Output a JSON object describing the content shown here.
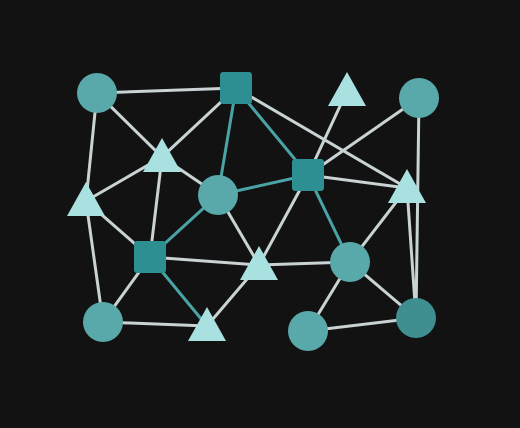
{
  "diagram": {
    "type": "network-graph",
    "background_color": "#121212",
    "edge_colors": {
      "light": "#c9d3d3",
      "teal": "#4aa3a6"
    },
    "node_colors": {
      "circle": "#5aa9aa",
      "square": "#2e8f92",
      "triangle": "#a9e0e0",
      "circle_dark": "#3f8f91"
    },
    "nodes": [
      {
        "id": "c1",
        "shape": "circle"
      },
      {
        "id": "s1",
        "shape": "square"
      },
      {
        "id": "t1",
        "shape": "triangle"
      },
      {
        "id": "c2",
        "shape": "circle"
      },
      {
        "id": "t2",
        "shape": "triangle"
      },
      {
        "id": "c3",
        "shape": "circle"
      },
      {
        "id": "s2",
        "shape": "square"
      },
      {
        "id": "t3",
        "shape": "triangle"
      },
      {
        "id": "t4",
        "shape": "triangle"
      },
      {
        "id": "s3",
        "shape": "square"
      },
      {
        "id": "t5",
        "shape": "triangle"
      },
      {
        "id": "c4",
        "shape": "circle"
      },
      {
        "id": "c5",
        "shape": "circle"
      },
      {
        "id": "t6",
        "shape": "triangle"
      },
      {
        "id": "c6",
        "shape": "circle"
      },
      {
        "id": "c7",
        "shape": "circle_dark"
      }
    ],
    "edges": [
      {
        "from": "c1",
        "to": "s1",
        "style": "light"
      },
      {
        "from": "c1",
        "to": "t2",
        "style": "light"
      },
      {
        "from": "c1",
        "to": "t4",
        "style": "light"
      },
      {
        "from": "s1",
        "to": "t2",
        "style": "light"
      },
      {
        "from": "s1",
        "to": "c3",
        "style": "teal"
      },
      {
        "from": "s1",
        "to": "s2",
        "style": "teal"
      },
      {
        "from": "s1",
        "to": "t3",
        "style": "light"
      },
      {
        "from": "t1",
        "to": "s2",
        "style": "light"
      },
      {
        "from": "c2",
        "to": "s2",
        "style": "light"
      },
      {
        "from": "c2",
        "to": "c7",
        "style": "light"
      },
      {
        "from": "t2",
        "to": "t4",
        "style": "light"
      },
      {
        "from": "t2",
        "to": "s3",
        "style": "light"
      },
      {
        "from": "t2",
        "to": "c3",
        "style": "light"
      },
      {
        "from": "c3",
        "to": "s2",
        "style": "teal"
      },
      {
        "from": "c3",
        "to": "s3",
        "style": "teal"
      },
      {
        "from": "c3",
        "to": "t5",
        "style": "light"
      },
      {
        "from": "s2",
        "to": "t3",
        "style": "light"
      },
      {
        "from": "s2",
        "to": "c4",
        "style": "teal"
      },
      {
        "from": "s2",
        "to": "t5",
        "style": "light"
      },
      {
        "from": "t3",
        "to": "c4",
        "style": "light"
      },
      {
        "from": "t3",
        "to": "c7",
        "style": "light"
      },
      {
        "from": "t4",
        "to": "s3",
        "style": "light"
      },
      {
        "from": "t4",
        "to": "c5",
        "style": "light"
      },
      {
        "from": "s3",
        "to": "t5",
        "style": "light"
      },
      {
        "from": "s3",
        "to": "c5",
        "style": "light"
      },
      {
        "from": "s3",
        "to": "t6",
        "style": "teal"
      },
      {
        "from": "t5",
        "to": "c4",
        "style": "light"
      },
      {
        "from": "t5",
        "to": "t6",
        "style": "light"
      },
      {
        "from": "c4",
        "to": "c6",
        "style": "light"
      },
      {
        "from": "c4",
        "to": "c7",
        "style": "light"
      },
      {
        "from": "c5",
        "to": "t6",
        "style": "light"
      },
      {
        "from": "c6",
        "to": "c7",
        "style": "light"
      }
    ]
  }
}
